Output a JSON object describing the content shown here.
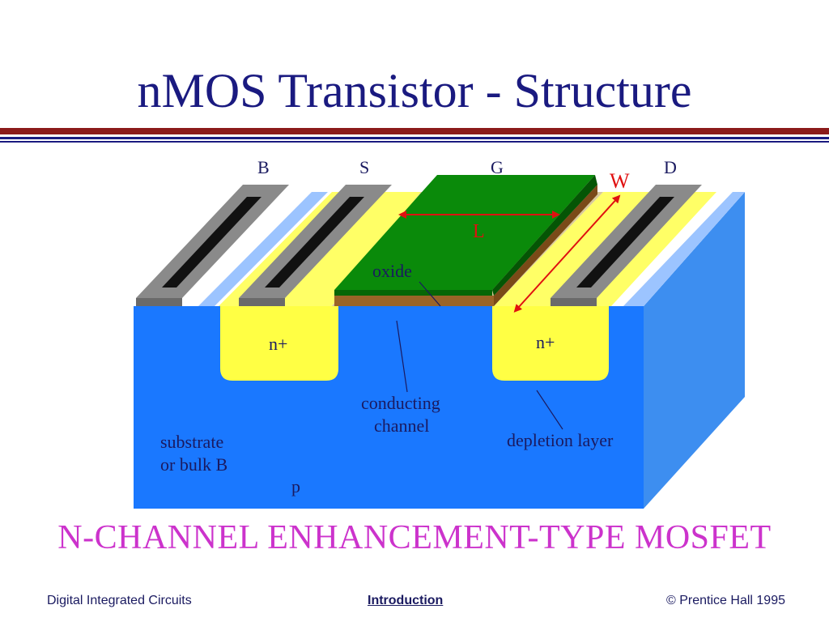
{
  "slide": {
    "title": "nMOS Transistor - Structure",
    "caption": "N-CHANNEL ENHANCEMENT-TYPE MOSFET"
  },
  "diagram": {
    "terminals": {
      "bulk": "B",
      "source": "S",
      "gate": "G",
      "drain": "D"
    },
    "dimensions": {
      "width": "W",
      "length": "L"
    },
    "labels": {
      "oxide": "oxide",
      "n_plus_left": "n+",
      "n_plus_right": "n+",
      "conducting_channel_line1": "conducting",
      "conducting_channel_line2": "channel",
      "depletion_layer": "depletion layer",
      "substrate_line1": "substrate",
      "substrate_line2": "or bulk B",
      "p": "p"
    },
    "colors": {
      "substrate": "#1a78ff",
      "substrate_side": "#3d8ef0",
      "n_diffusion": "#ffff44",
      "gate": "#0a8a0a",
      "oxide": "#9a6428",
      "metal": "#8a8a8a",
      "contact": "#111111",
      "dimension_arrow": "#e01010"
    }
  },
  "footer": {
    "left": "Digital Integrated Circuits",
    "center": "Introduction",
    "right": "© Prentice Hall 1995"
  }
}
